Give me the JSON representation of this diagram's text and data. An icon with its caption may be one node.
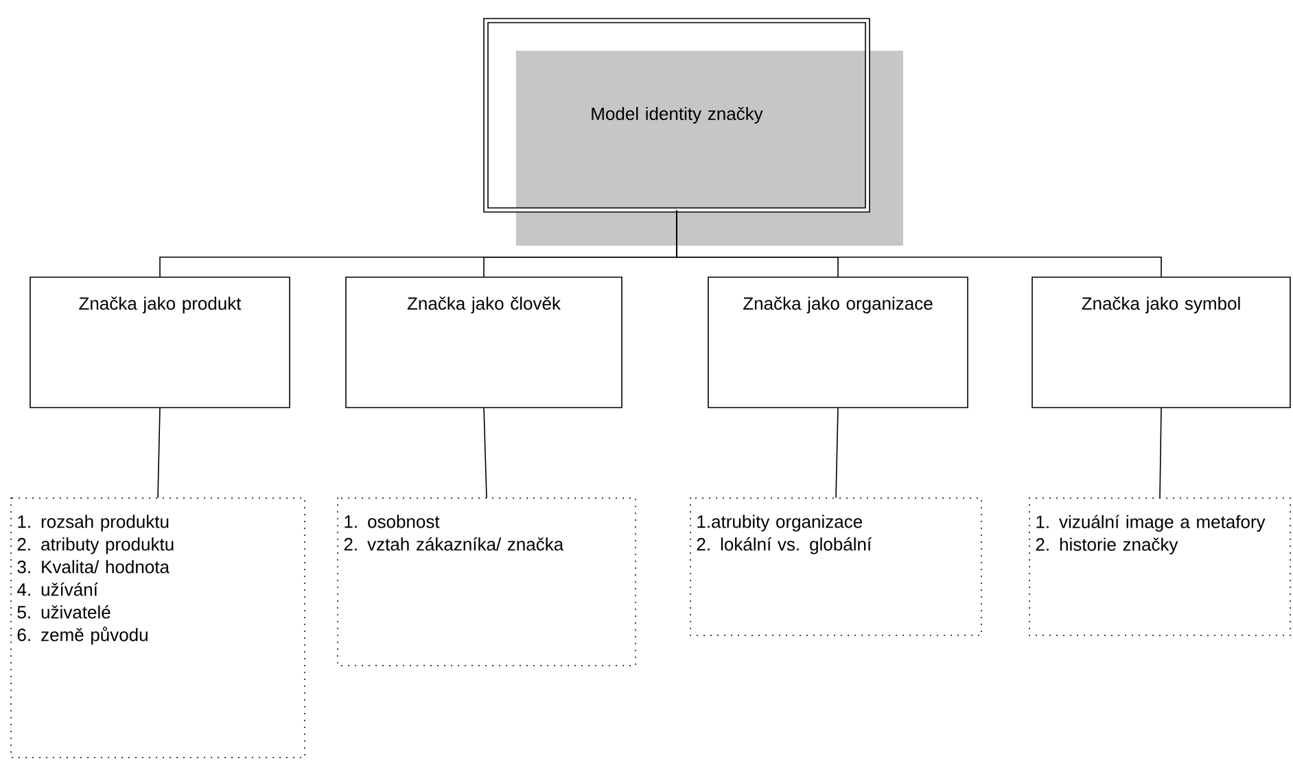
{
  "diagram": {
    "nodes": [
      {
        "text": [
          "Model identity značky"
        ]
      },
      {
        "text": [
          "Značka jako produkt"
        ]
      },
      {
        "text": [
          "Značka jako člověk"
        ]
      },
      {
        "text": [
          "Značka jako organizace"
        ]
      },
      {
        "text": [
          "Značka jako symbol"
        ]
      },
      {
        "text": [
          "1. rozsah produktu",
          "2. atributy produktu",
          "3. Kvalita/ hodnota",
          "4. užívání",
          "5. uživatelé",
          "6. země původu"
        ]
      },
      {
        "text": [
          "1. osobnost",
          "2. vztah zákazníka/ značka"
        ]
      },
      {
        "text": [
          "1.atrubity organizace",
          "2. lokální vs. globální"
        ]
      },
      {
        "text": [
          "1. vizuální image a metafory",
          "2. historie značky"
        ]
      }
    ],
    "edges": [
      {
        "from": 0,
        "to": 1,
        "arrow": "none"
      },
      {
        "from": 0,
        "to": 2,
        "arrow": "none"
      },
      {
        "from": 0,
        "to": 3,
        "arrow": "none"
      },
      {
        "from": 0,
        "to": 4,
        "arrow": "none"
      },
      {
        "from": 1,
        "to": 5,
        "arrow": "none"
      },
      {
        "from": 2,
        "to": 6,
        "arrow": "none"
      },
      {
        "from": 3,
        "to": 7,
        "arrow": "none"
      },
      {
        "from": 4,
        "to": 8,
        "arrow": "none"
      }
    ]
  }
}
